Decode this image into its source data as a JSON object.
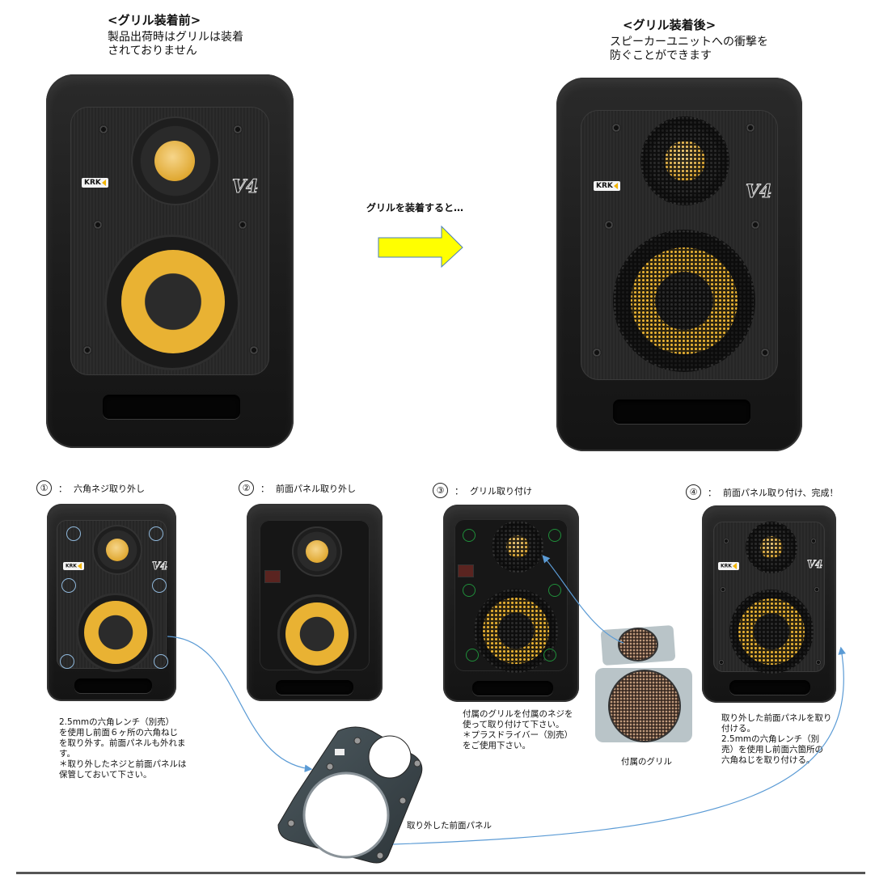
{
  "header": {
    "before": {
      "title": "<グリル装着前>",
      "description": "製品出荷時はグリルは装着\nされておりません"
    },
    "after": {
      "title": "<グリル装着後>",
      "description": "スピーカーユニットへの衝撃を\n防ぐことができます"
    },
    "transition_label": "グリルを装着すると…",
    "arrow": {
      "fill": "#FFFF00",
      "stroke": "#4A7EBB",
      "direction": "right"
    }
  },
  "product": {
    "brand": "KRK",
    "model": "V4"
  },
  "steps": [
    {
      "number": "①",
      "label": "六角ネジ取り外し",
      "caption": "2.5mmの六角レンチ（別売）\nを使用し前面６ヶ所の六角ねじ\nを取り外す。前面パネルも外れま\nす。\n＊取り外したネジと前面パネルは\n保管しておいて下さい。"
    },
    {
      "number": "②",
      "label": "前面パネル取り外し",
      "caption": ""
    },
    {
      "number": "③",
      "label": "グリル取り付け",
      "caption": "付属のグリルを付属のネジを\n使って取り付けて下さい。\n＊プラスドライバー（別売）\nをご使用下さい。"
    },
    {
      "number": "④",
      "label": "前面パネル取り付け、完成！",
      "caption": "取り外した前面パネルを取り\n付ける。\n2.5mmの六角レンチ（別\n売）を使用し前面六箇所の\n六角ねじを取り付ける。"
    }
  ],
  "callouts": {
    "included_grille": "付属のグリル",
    "removed_panel": "取り外した前面パネル"
  },
  "colors": {
    "connector_line": "#5B9BD5",
    "screw_marker_green": "#1F8F3A",
    "cone_yellow": "#E9B233"
  }
}
